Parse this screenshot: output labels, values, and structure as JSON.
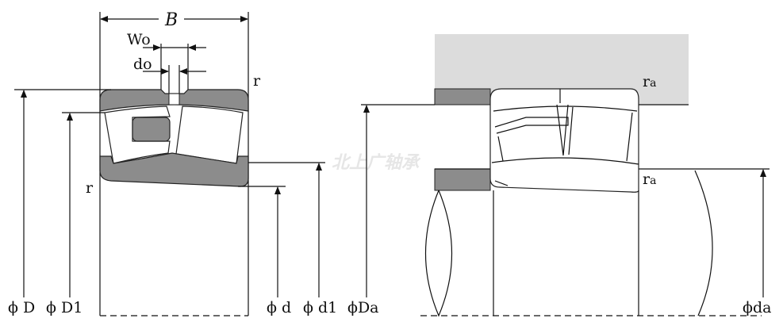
{
  "left_diagram": {
    "width_label": "B",
    "groove_width_label": "Wo",
    "oil_hole_label": "do",
    "chamfer_top_label": "r",
    "chamfer_bottom_label": "r",
    "outer_diameter_label": "ϕ D",
    "outer_ring_inner_diameter_label": "ϕ D1",
    "bore_label": "ϕ d",
    "inner_ring_outer_diameter_label": "ϕ d1"
  },
  "right_diagram": {
    "housing_fillet_label": "r",
    "housing_fillet_sub": "a",
    "shaft_fillet_label": "r",
    "shaft_fillet_sub": "a",
    "housing_shoulder_diameter_label": "ϕDa",
    "shaft_shoulder_diameter_label": "ϕda"
  },
  "watermark": "北上广轴承",
  "colors": {
    "ring": "#8c8c8c",
    "housing": "#dcdcdc"
  }
}
